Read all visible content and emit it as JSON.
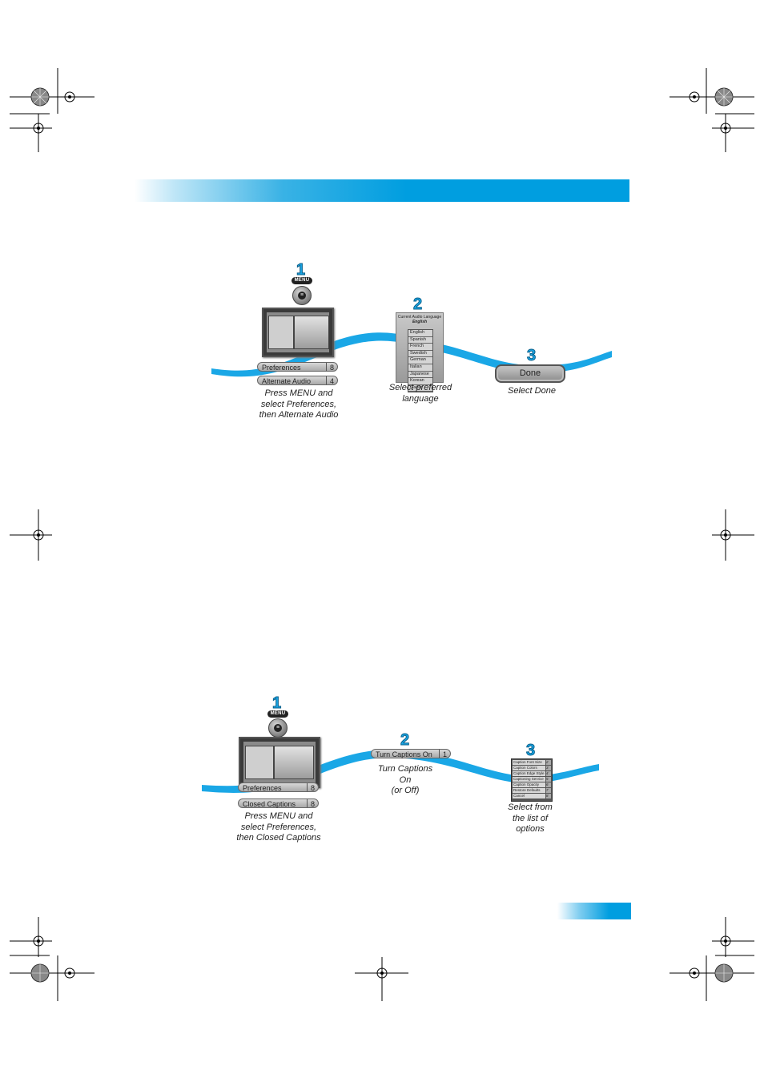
{
  "section1": {
    "step1_number": "1",
    "step2_number": "2",
    "step3_number": "3",
    "menu_pill": "MENU",
    "pill_preferences": "Preferences",
    "pill_preferences_num": "8",
    "pill_alternate_audio": "Alternate Audio",
    "pill_alternate_audio_num": "4",
    "caption1": [
      "Press MENU and",
      "select Preferences,",
      "then Alternate Audio"
    ],
    "language_box_title": "Current Audio Language",
    "language_box_current": "English",
    "languages": [
      "English",
      "Spanish",
      "French",
      "Swedish",
      "German",
      "Italian",
      "Japanese",
      "Korean",
      "Gaelic"
    ],
    "caption2": [
      "Select preferred",
      "language"
    ],
    "done_label": "Done",
    "caption3": [
      "Select Done"
    ]
  },
  "section2": {
    "step1_number": "1",
    "step2_number": "2",
    "step3_number": "3",
    "menu_pill": "MENU",
    "pill_preferences": "Preferences",
    "pill_preferences_num": "8",
    "pill_closed_captions": "Closed Captions",
    "pill_closed_captions_num": "8",
    "caption1": [
      "Press MENU and",
      "select Preferences,",
      "then Closed Captions"
    ],
    "turn_captions_label": "Turn Captions On",
    "turn_captions_num": "1",
    "caption2": [
      "Turn Captions",
      "On",
      "(or Off)"
    ],
    "options": [
      "Caption Font Size",
      "Caption Colors",
      "Caption Edge Style",
      "Captioning Service",
      "Caption Opacity",
      "Restore Defaults",
      "Cancel"
    ],
    "options_nums": [
      "2",
      "3",
      "4",
      "5",
      "6",
      "7",
      "8"
    ],
    "caption3": [
      "Select from",
      "the list of",
      "options"
    ]
  },
  "colors": {
    "accent": "#009ee0",
    "wave": "#1aa7e6"
  }
}
